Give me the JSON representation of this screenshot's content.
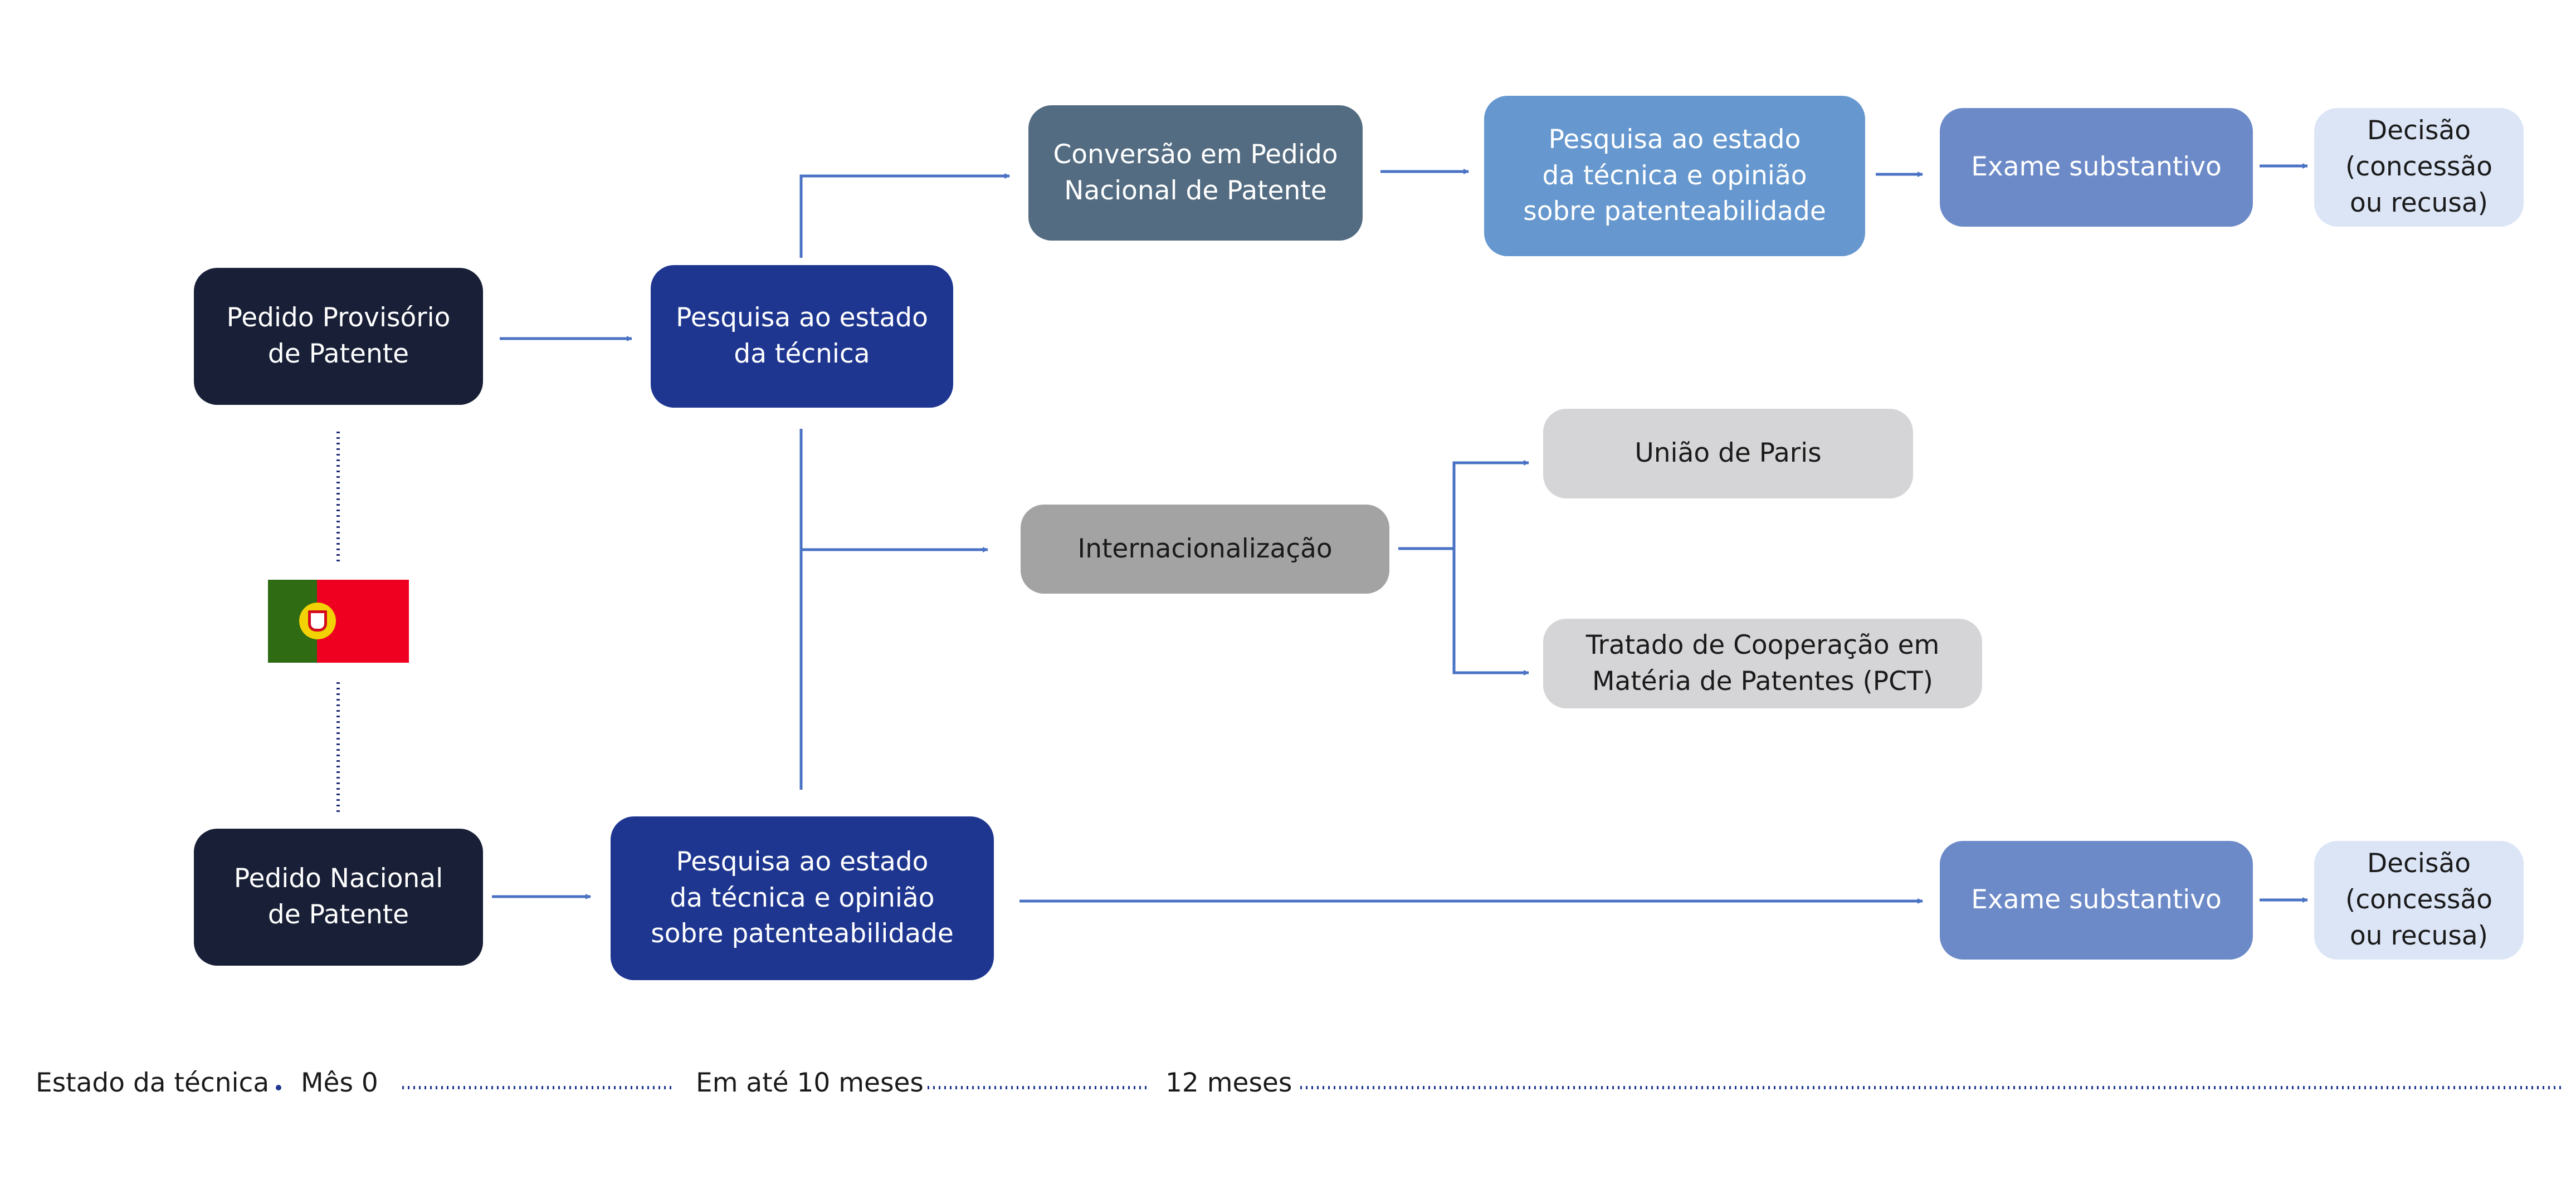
{
  "nodes": {
    "provisional_application": "Pedido Provisório\nde Patente",
    "national_application": "Pedido Nacional\nde Patente",
    "prior_art_search": "Pesquisa ao estado\nda técnica",
    "search_and_opinion_bottom": "Pesquisa ao estado\nda técnica e opinião\nsobre patenteabilidade",
    "conversion": "Conversão em Pedido\nNacional de Patente",
    "search_and_opinion_top": "Pesquisa ao estado\nda técnica e opinião\nsobre patenteabilidade",
    "exam_top": "Exame substantivo",
    "decision_top": "Decisão\n(concessão\nou recusa)",
    "internationalization": "Internacionalização",
    "paris_union": "União de Paris",
    "pct": "Tratado de Cooperação em\nMatéria de Patentes (PCT)",
    "exam_bottom": "Exame substantivo",
    "decision_bottom": "Decisão\n(concessão\nou recusa)"
  },
  "timeline": {
    "label": "Estado da técnica",
    "month0": "Mês 0",
    "ten_months": "Em até 10 meses",
    "twelve_months": "12 meses"
  },
  "flag": {
    "country": "Portugal",
    "icon": "portugal-flag-icon"
  },
  "colors": {
    "dark_navy": "#181f36",
    "royal_blue": "#1e3690",
    "slate": "#536c82",
    "sky_blue": "#6698cf",
    "cornflower": "#6c8ac8",
    "pale_blue": "#dbe5f6",
    "gray": "#a3a3a3",
    "light_gray": "#d5d5d7",
    "connector": "#4a72c4",
    "dotted": "#1e2a78"
  }
}
